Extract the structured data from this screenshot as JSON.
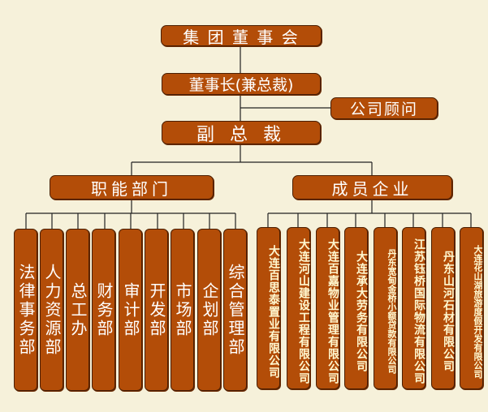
{
  "board": "集 团 董 事 会",
  "chairman": "董事长(兼总裁)",
  "advisor": "公司顾问",
  "vice_president": "副 总 裁",
  "departments_header": "职能部门",
  "members_header": "成员企业",
  "departments": [
    "法律事务部",
    "人力资源部",
    "总工办",
    "财务部",
    "审计部",
    "开发部",
    "市场部",
    "企划部",
    "综合管理部"
  ],
  "companies": [
    "大连百思泰置业有限公司",
    "大连河山建设工程有限公司",
    "大连百嘉物业管理有限公司",
    "大连承大劳务有限公司",
    "丹东宽甸金桥小额贷款有限公司",
    "江苏钰桥国际物流有限公司",
    "丹东山河石材有限公司",
    "大连花山湖旅游度假开发有限公司"
  ],
  "colors": {
    "box": "#b34d08",
    "border": "#4a1f02",
    "line": "#222222",
    "background": "#f6f1da"
  }
}
